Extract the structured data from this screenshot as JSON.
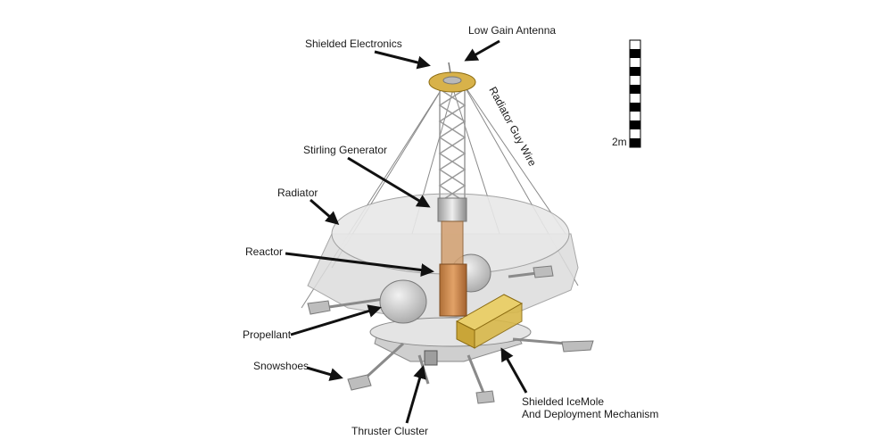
{
  "labels": {
    "shielded_electronics": "Shielded Electronics",
    "low_gain_antenna": "Low Gain Antenna",
    "radiator_guy_wire": "Radiator Guy Wire",
    "stirling_generator": "Stirling Generator",
    "radiator": "Radiator",
    "reactor": "Reactor",
    "propellant": "Propellant",
    "snowshoes": "Snowshoes",
    "thruster_cluster": "Thruster Cluster",
    "icemole_line1": "Shielded IceMole",
    "icemole_line2": "And Deployment Mechanism"
  },
  "scale_bar": {
    "label": "2m",
    "segments": 6
  },
  "colors": {
    "radiator": "#e2e2e2",
    "reactor": "#c98a4e",
    "electronics_ring": "#d8b24a",
    "icemole_box": "#d8b84a",
    "arrow": "#111111"
  }
}
